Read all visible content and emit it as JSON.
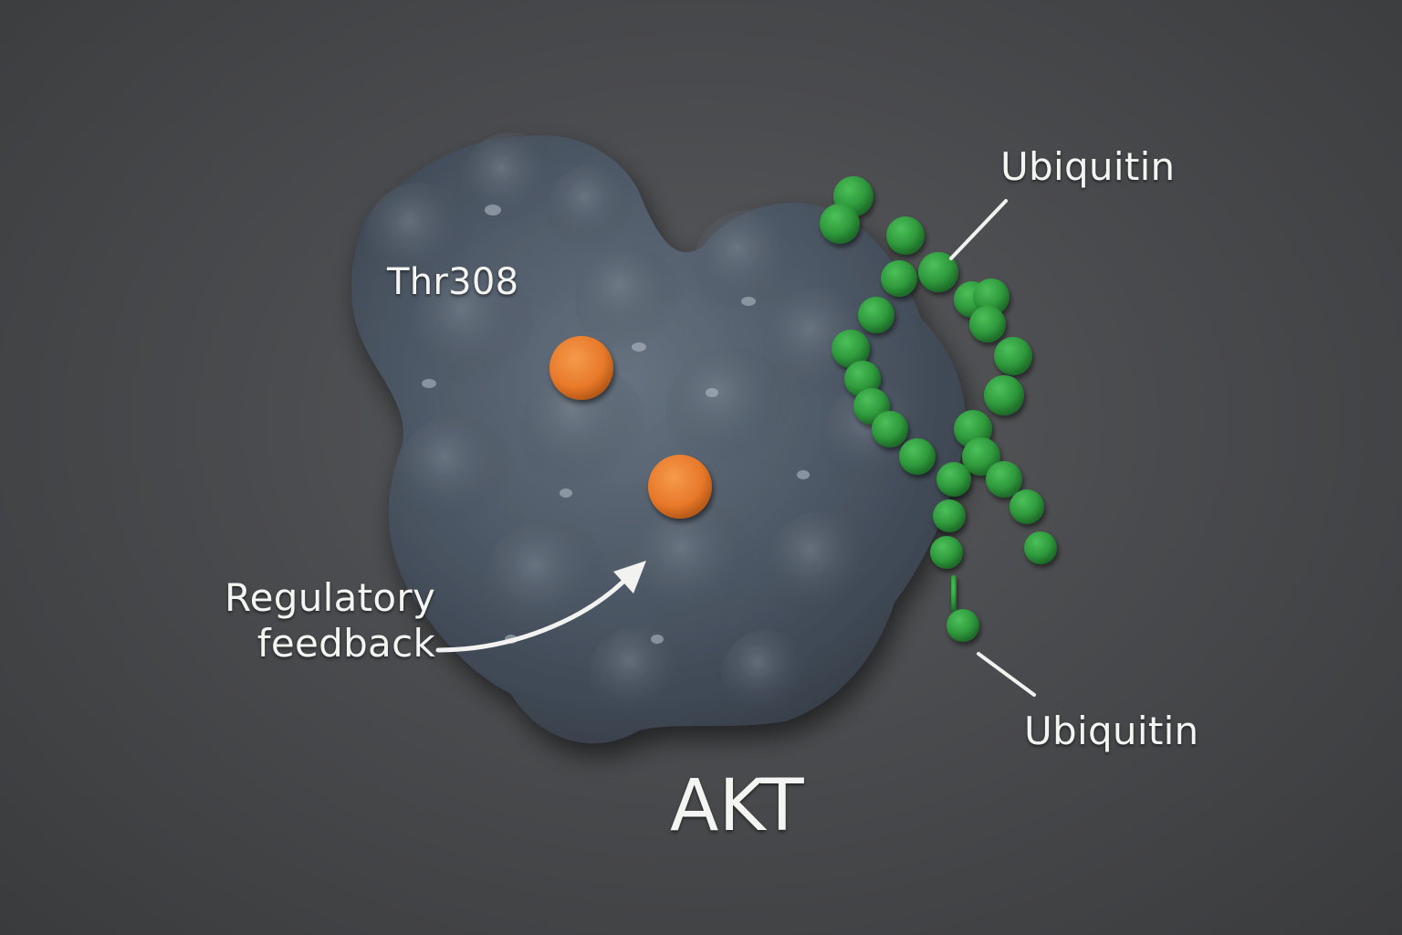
{
  "figure": {
    "subject": "AKT protein with ubiquitin chains",
    "background_color": "#4a4b4e",
    "protein": {
      "name": "AKT",
      "color": "#4f5b69",
      "highlight_color": "#8c96a3"
    },
    "sites": [
      {
        "id": "site-1",
        "color": "#e8792a"
      },
      {
        "id": "site-2",
        "color": "#e8792a"
      }
    ],
    "ubiquitin_chain": {
      "color": "#2f9a3c",
      "highlight_color": "#4cc05a"
    }
  },
  "labels": {
    "thr308": "Thr308",
    "ubiquitin_top": "Ubiquitin",
    "ubiquitin_bottom": "Ubiquitin",
    "regulatory_line1": "Regulatory",
    "regulatory_line2": "feedback",
    "akt": "AKT"
  }
}
